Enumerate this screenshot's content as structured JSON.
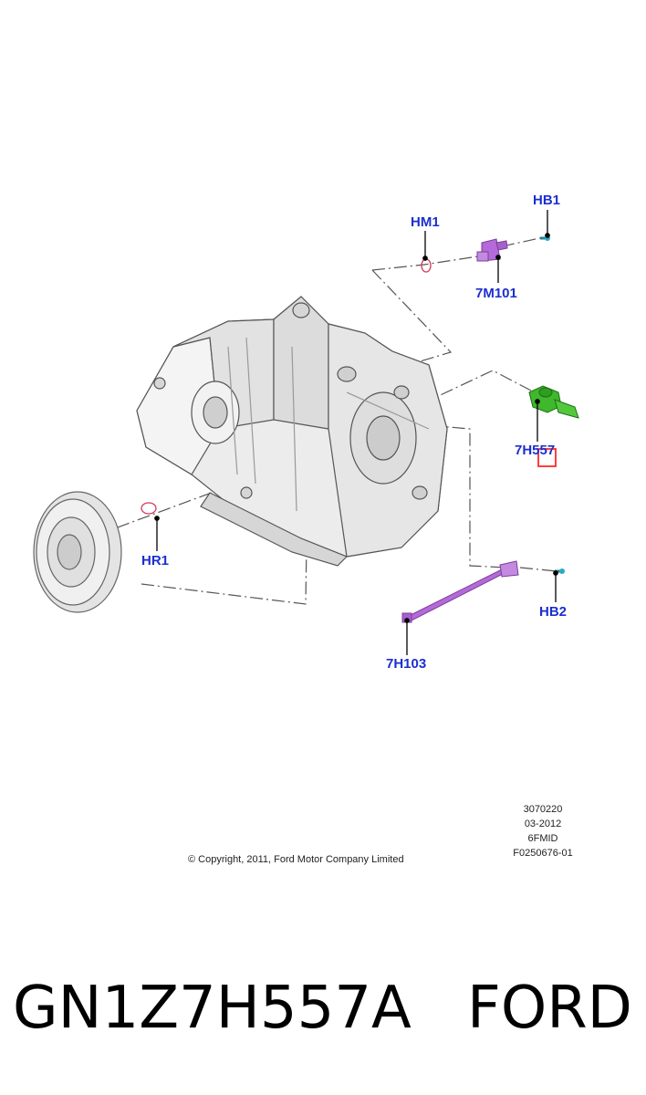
{
  "diagram": {
    "callouts": {
      "hb1": "HB1",
      "hm1": "HM1",
      "m7m101": "7M101",
      "h7h557": "7H557",
      "hr1": "HR1",
      "hb2": "HB2",
      "h7h103": "7H103"
    },
    "meta_lines": [
      "3070220",
      "03-2012",
      "6FMID",
      "F0250676-01"
    ],
    "copyright": "© Copyright, 2011, Ford Motor Company Limited",
    "highlight_color": "#ff2a2a",
    "callout_color": "#1b2fd0",
    "part_colors": {
      "sensor_green": "#3fb82c",
      "purple": "#b46ad8",
      "bolt": "#2aa9c8"
    }
  },
  "caption": {
    "part_number": "GN1Z7H557A",
    "brand": "FORD"
  }
}
